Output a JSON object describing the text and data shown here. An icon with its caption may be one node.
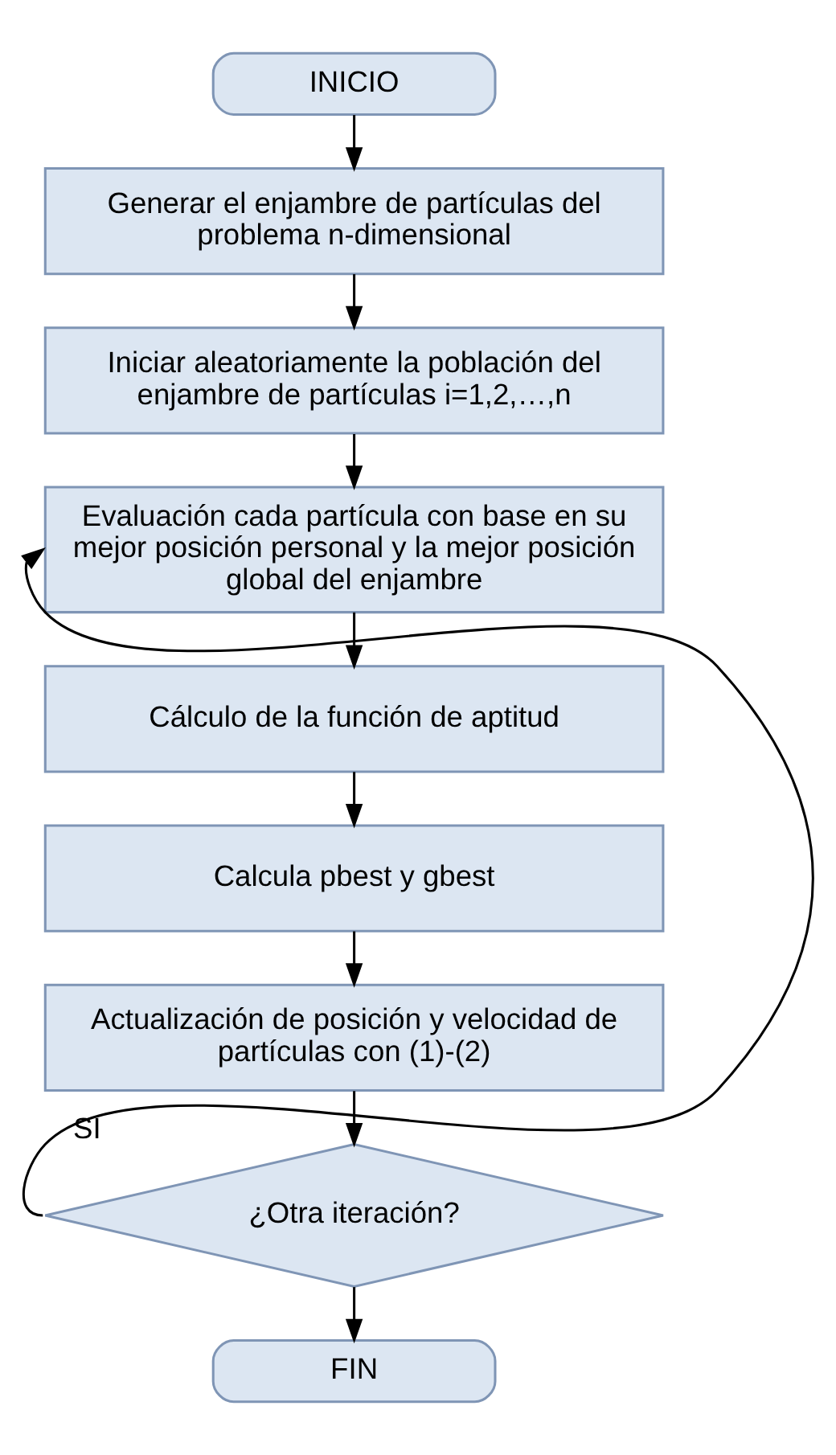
{
  "diagram": {
    "nodes": [
      {
        "text": [
          "INICIO"
        ]
      },
      {
        "text": [
          "Generar el enjambre de partículas del problema n-dimensional"
        ]
      },
      {
        "text": [
          "Iniciar aleatoriamente la población del enjambre de partículas i=1,2,…,n"
        ]
      },
      {
        "text": [
          "Evaluación cada partícula con base en su mejor posición personal y la mejor posición global del enjambre"
        ]
      },
      {
        "text": [
          "Cálculo de la función de aptitud"
        ]
      },
      {
        "text": [
          "Calcula pbest y gbest"
        ]
      },
      {
        "text": [
          "Actualización de posición y velocidad de partículas con (1)-(2)"
        ]
      },
      {
        "text": [
          "¿Otra iteración?"
        ]
      },
      {
        "text": [
          "FIN"
        ]
      }
    ],
    "edges": [
      {
        "from": 0,
        "to": 1,
        "arrow": "to"
      },
      {
        "from": 1,
        "to": 2,
        "arrow": "to"
      },
      {
        "from": 2,
        "to": 3,
        "arrow": "to"
      },
      {
        "from": 3,
        "to": 4,
        "arrow": "to"
      },
      {
        "from": 4,
        "to": 5,
        "arrow": "to"
      },
      {
        "from": 5,
        "to": 6,
        "arrow": "to"
      },
      {
        "from": 6,
        "to": 7,
        "arrow": "to"
      },
      {
        "from": 7,
        "to": 3,
        "arrow": "to",
        "label": "SI"
      },
      {
        "from": 7,
        "to": 8,
        "arrow": "to"
      }
    ]
  }
}
